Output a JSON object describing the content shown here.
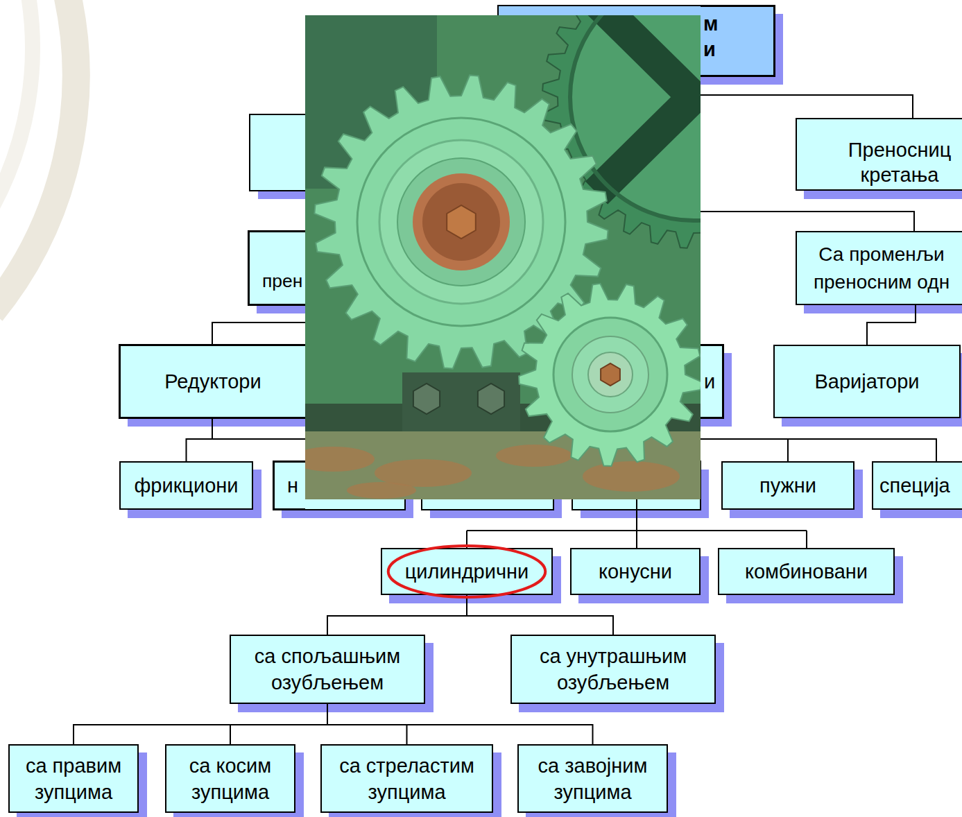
{
  "diagram": {
    "nodes": [
      {
        "text": [
          "м и"
        ]
      },
      {
        "text": [
          "Преносниц кретања"
        ]
      },
      {
        "text": [
          "прен"
        ]
      },
      {
        "text": [
          "Са променљи преносним одн"
        ]
      },
      {
        "text": [
          "Редуктори"
        ]
      },
      {
        "text": [
          "и"
        ]
      },
      {
        "text": [
          "Варијатори"
        ]
      },
      {
        "text": [
          "фрикциони"
        ]
      },
      {
        "text": [
          "н"
        ]
      },
      {
        "text": [
          "пужни"
        ]
      },
      {
        "text": [
          "специја"
        ]
      },
      {
        "text": [
          "цилиндрични"
        ]
      },
      {
        "text": [
          "конусни"
        ]
      },
      {
        "text": [
          "комбиновани"
        ]
      },
      {
        "text": [
          "са спољашњим озубљењем"
        ]
      },
      {
        "text": [
          "са унутрашњим озубљењем"
        ]
      },
      {
        "text": [
          "са правим зупцима"
        ]
      },
      {
        "text": [
          "са косим зупцима"
        ]
      },
      {
        "text": [
          "са стреластим зупцима"
        ]
      },
      {
        "text": [
          "са завојним зупцима"
        ]
      }
    ],
    "edges": [
      {
        "from": 0,
        "to": 1,
        "arrow": "none"
      },
      {
        "from": 2,
        "to": 4,
        "arrow": "none"
      },
      {
        "from": 3,
        "to": 6,
        "arrow": "none"
      },
      {
        "from": 4,
        "to": 7,
        "arrow": "none"
      },
      {
        "from": 4,
        "to": 8,
        "arrow": "none"
      },
      {
        "from": 4,
        "to": 9,
        "arrow": "none"
      },
      {
        "from": 4,
        "to": 10,
        "arrow": "none"
      },
      {
        "from": 11,
        "to": 14,
        "arrow": "none"
      },
      {
        "from": 11,
        "to": 15,
        "arrow": "none"
      },
      {
        "from": 14,
        "to": 16,
        "arrow": "none"
      },
      {
        "from": 14,
        "to": 17,
        "arrow": "none"
      },
      {
        "from": 14,
        "to": 18,
        "arrow": "none"
      },
      {
        "from": 14,
        "to": 19,
        "arrow": "none"
      }
    ]
  }
}
